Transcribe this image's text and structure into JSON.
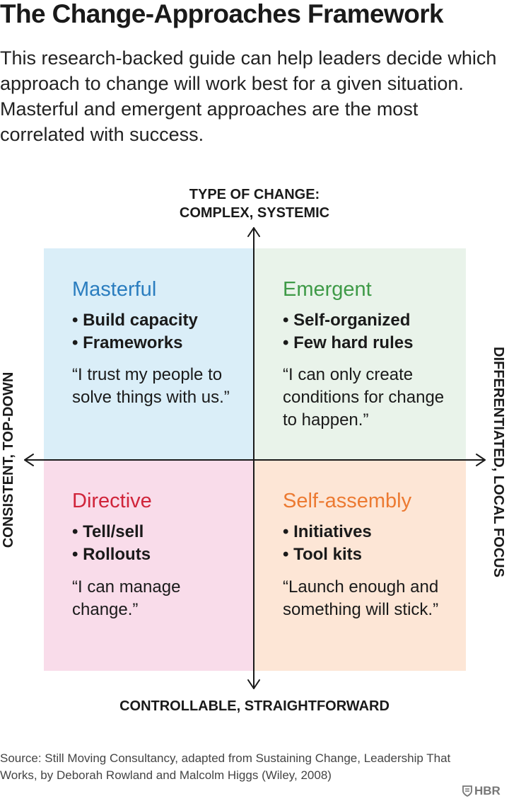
{
  "title": "The Change-Approaches Framework",
  "subtitle": "This research-backed guide can help leaders decide which approach to change will work best for a given situation. Masterful and emergent approaches are the most correlated with success.",
  "axes": {
    "top_line1": "TYPE OF CHANGE:",
    "top_line2": "COMPLEX, SYSTEMIC",
    "bottom": "CONTROLLABLE, STRAIGHTFORWARD",
    "left": "CONSISTENT, TOP-DOWN",
    "right": "DIFFERENTIATED, LOCAL FOCUS"
  },
  "quadrants": {
    "masterful": {
      "name": "Masterful",
      "color": "#2a7dbf",
      "bullets": [
        "• Build capacity",
        "• Frameworks"
      ],
      "quote": "“I trust my people to solve things with us.”"
    },
    "emergent": {
      "name": "Emergent",
      "color": "#3e9a47",
      "bullets": [
        "• Self-organized",
        "• Few hard rules"
      ],
      "quote": "“I can only create conditions for change to happen.”"
    },
    "directive": {
      "name": "Directive",
      "color": "#d0243a",
      "bullets": [
        "• Tell/sell",
        "• Rollouts"
      ],
      "quote": "“I can manage change.”"
    },
    "selfassembly": {
      "name": "Self-assembly",
      "color": "#ec7a32",
      "bullets": [
        "• Initiatives",
        "• Tool kits"
      ],
      "quote": "“Launch enough and something will stick.”"
    }
  },
  "source": "Source: Still Moving Consultancy, adapted from Sustaining Change, Leadership That Works, by Deborah Rowland and Malcolm Higgs (Wiley, 2008)",
  "brand": "HBR"
}
